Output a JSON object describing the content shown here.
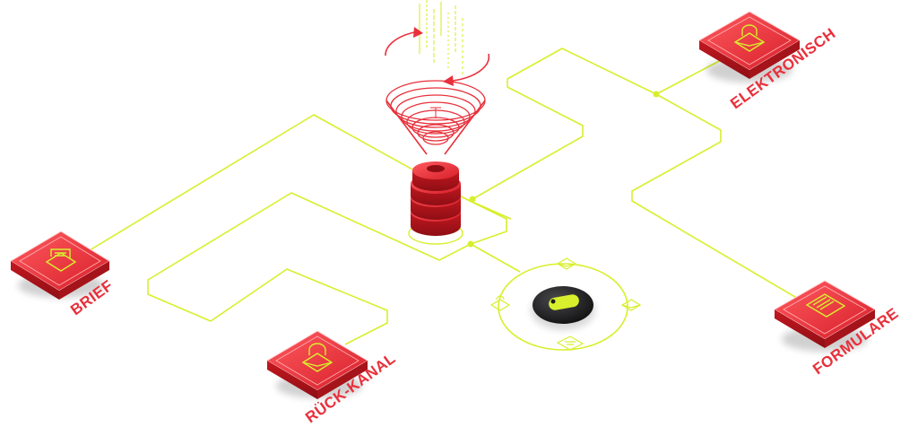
{
  "colors": {
    "accent_red": "#e8303b",
    "dark_red": "#b3131c",
    "line_green": "#d8ef2d",
    "dark_disc": "#1d1d1f",
    "background": "#ffffff"
  },
  "nodes": {
    "brief": {
      "label": "BRIEF",
      "icon": "envelope-letter-icon"
    },
    "rueck_kanal": {
      "label": "RÜCK-KANAL",
      "icon": "lock-envelope-icon"
    },
    "elektronisch": {
      "label": "ELEKTRONISCH",
      "icon": "lock-envelope-icon"
    },
    "formulare": {
      "label": "FORMULARE",
      "icon": "form-document-icon"
    }
  },
  "hub": {
    "icon": "database-stack-icon",
    "funnel_icon": "funnel-icon",
    "cycle_icon": "rotation-arrows-icon",
    "data_stream_icon": "binary-data-icon"
  },
  "dial": {
    "icon": "toggle-dial-icon",
    "satellites": [
      "envelope-icon",
      "lock-envelope-icon",
      "mail-icon",
      "document-icon"
    ]
  }
}
